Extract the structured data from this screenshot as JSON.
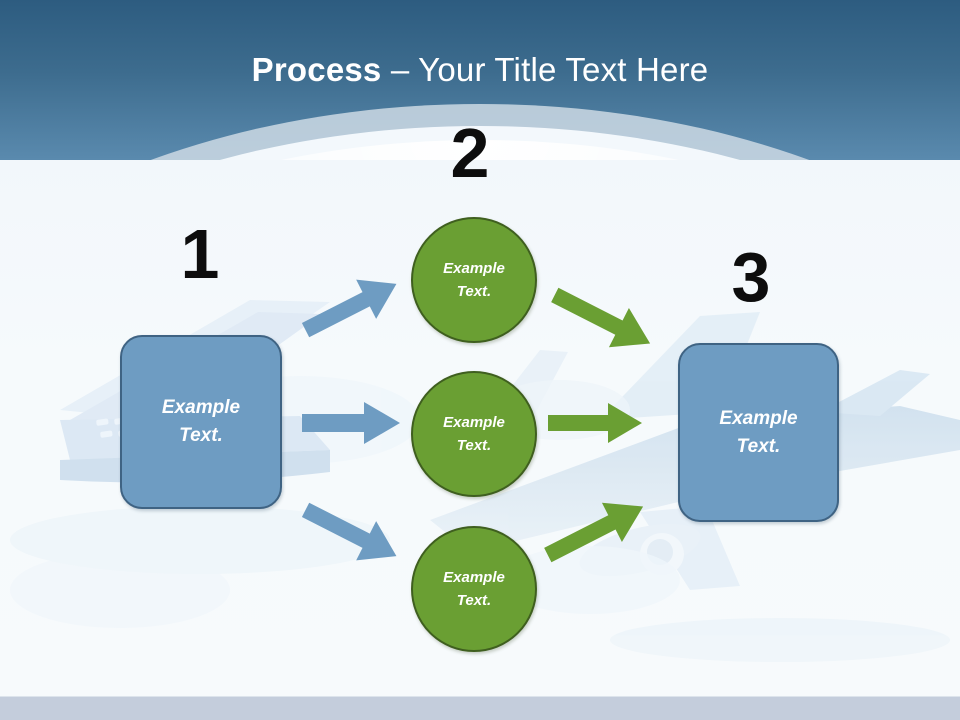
{
  "slide": {
    "title_bold": "Process",
    "title_rest": " – Your Title Text Here",
    "title_full": "Process – Your Title Text Here"
  },
  "colors": {
    "header_top": "#2d5c80",
    "header_bottom": "#5a8aae",
    "blue_fill": "#6e9cc2",
    "blue_stroke": "#3f6383",
    "green_fill": "#6a9f33",
    "green_stroke": "#3f5f1f",
    "blue_arrow": "#6e9cc2",
    "green_arrow": "#6a9f33",
    "number_color": "#0d0d0d",
    "body_bg": "#f5f9fc",
    "footer_bar": "#c4cddc"
  },
  "steps": [
    {
      "number": "1",
      "label": "step-number-1"
    },
    {
      "number": "2",
      "label": "step-number-2"
    },
    {
      "number": "3",
      "label": "step-number-3"
    }
  ],
  "nodes": {
    "start_box": {
      "line1": "Example",
      "line2": "Text."
    },
    "end_box": {
      "line1": "Example",
      "line2": "Text."
    },
    "circles": [
      {
        "line1": "Example",
        "line2": "Text."
      },
      {
        "line1": "Example",
        "line2": "Text."
      },
      {
        "line1": "Example",
        "line2": "Text."
      }
    ]
  },
  "arrows": [
    {
      "name": "arrow-start-to-circle-1",
      "color": "#6e9cc2",
      "direction": "up-right"
    },
    {
      "name": "arrow-start-to-circle-2",
      "color": "#6e9cc2",
      "direction": "right"
    },
    {
      "name": "arrow-start-to-circle-3",
      "color": "#6e9cc2",
      "direction": "down-right"
    },
    {
      "name": "arrow-circle-1-to-end",
      "color": "#6a9f33",
      "direction": "down-right"
    },
    {
      "name": "arrow-circle-2-to-end",
      "color": "#6a9f33",
      "direction": "right"
    },
    {
      "name": "arrow-circle-3-to-end",
      "color": "#6a9f33",
      "direction": "up-right"
    }
  ],
  "watermark": {
    "left": "laptop-illustration",
    "right": "airplane-illustration"
  }
}
